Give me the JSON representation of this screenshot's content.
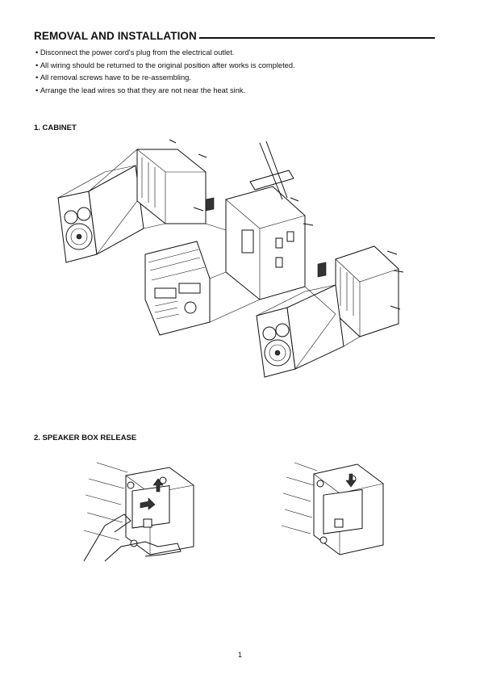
{
  "header": {
    "title": "REMOVAL AND INSTALLATION"
  },
  "notes": [
    "Disconnect the power cord's plug from the electrical outlet.",
    "All wiring should be returned to the original position after works is completed.",
    "All removal screws have to be re-assembling.",
    "Arrange the lead wires so that they are not near the heat sink."
  ],
  "sections": [
    {
      "heading": "1. CABINET"
    },
    {
      "heading": "2. SPEAKER BOX RELEASE"
    }
  ],
  "footer": {
    "page_number": "1"
  }
}
